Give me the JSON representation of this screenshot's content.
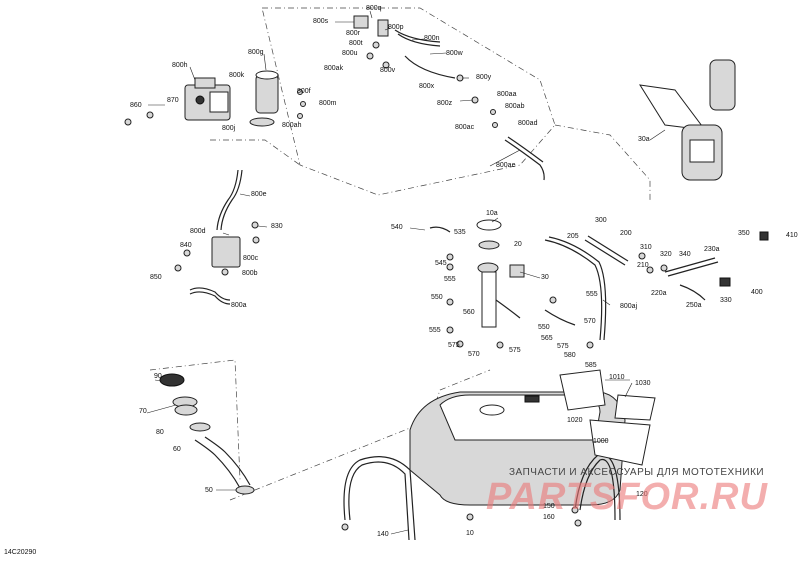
{
  "figure_code": "14C20290",
  "watermark": {
    "tagline": "ЗАПЧАСТИ И АКСЕССУАРЫ ДЛЯ МОТОТЕХНИКИ",
    "brand": "PARTSFOR.RU"
  },
  "callouts": {
    "c800s": "800s",
    "c800q": "800q",
    "c800r": "800r",
    "c800p": "800p",
    "c800t": "800t",
    "c800n": "800n",
    "c800u": "800u",
    "c800w": "800w",
    "c800ak": "800ak",
    "c800v": "800v",
    "c800y": "800y",
    "c800x": "800x",
    "c800aa": "800aa",
    "c800z": "800z",
    "c800ab": "800ab",
    "c800ac": "800ac",
    "c800ad": "800ad",
    "c800ae": "800ae",
    "c800g": "800g",
    "c800h": "800h",
    "c800k": "800k",
    "c860": "860",
    "c870": "870",
    "c800f": "800f",
    "c800m": "800m",
    "c800j": "800j",
    "c800ah": "800ah",
    "c800e": "800e",
    "c800d": "800d",
    "c830": "830",
    "c840": "840",
    "c800c": "800c",
    "c850": "850",
    "c800b": "800b",
    "c800a": "800a",
    "c30a": "30a",
    "c10a": "10a",
    "c540": "540",
    "c535": "535",
    "c20": "20",
    "c545": "545",
    "c555a": "555",
    "c30": "30",
    "c550a": "550",
    "c560": "560",
    "c555b": "555",
    "c575a": "575",
    "c570a": "570",
    "c575b": "575",
    "c555c": "555",
    "c550b": "550",
    "c570b": "570",
    "c565": "565",
    "c575c": "575",
    "c580": "580",
    "c585": "585",
    "c800aj": "800aj",
    "c300": "300",
    "c205": "205",
    "c200": "200",
    "c310": "310",
    "c210": "210",
    "c320": "320",
    "c340": "340",
    "c230a": "230a",
    "c350": "350",
    "c410": "410",
    "c220a": "220a",
    "c250a": "250a",
    "c330": "330",
    "c400": "400",
    "c90": "90",
    "c70": "70",
    "c80": "80",
    "c60": "60",
    "c50": "50",
    "c1010": "1010",
    "c1030": "1030",
    "c1020": "1020",
    "c1000": "1000",
    "c120": "120",
    "c140": "140",
    "c10": "10",
    "c150": "150",
    "c160": "160"
  }
}
